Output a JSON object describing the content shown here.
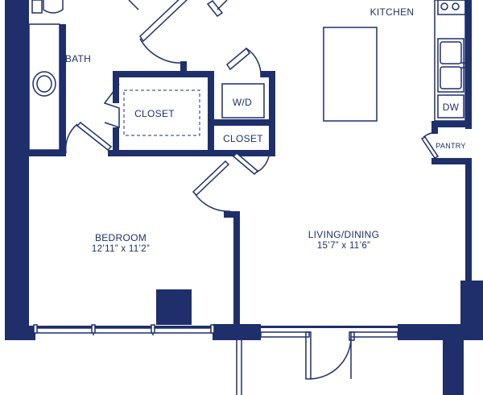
{
  "colors": {
    "wall": "#1f2f6b",
    "background": "#ffffff"
  },
  "rooms": {
    "kitchen": "KITCHEN",
    "bath": "BATH",
    "closet_left": "CLOSET",
    "washer_dryer": "W/D",
    "closet_right": "CLOSET",
    "dishwasher": "DW",
    "pantry": "PANTRY",
    "bedroom": "BEDROOM",
    "bedroom_dims": "12’11” x 11’2”",
    "living": "LIVING/DINING",
    "living_dims": "15’7” x 11’6”"
  }
}
